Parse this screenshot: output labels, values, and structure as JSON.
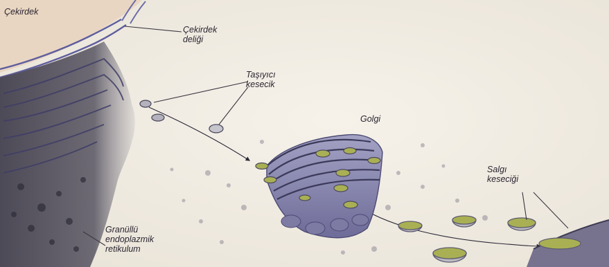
{
  "labels": {
    "nucleus": "Çekirdek",
    "nuclear_pore": [
      "Çekirdek",
      "deliği"
    ],
    "transport_vesicle": [
      "Taşıyıcı",
      "kesecik"
    ],
    "golgi": "Golgi",
    "secretory_vesicle": [
      "Salgı",
      "keseciği"
    ],
    "rough_er": [
      "Granüllü",
      "endoplazmik",
      "retikulum"
    ]
  },
  "colors": {
    "background": "#f3efe6",
    "nucleus": "#eadccb",
    "membrane": "#6b6aa8",
    "er": "#5a5866",
    "golgi_body": "#8e8db4",
    "vesicle_fill": "#a9b054",
    "vesicle_rim": "#5c5a70",
    "label_text": "#2a2530"
  }
}
